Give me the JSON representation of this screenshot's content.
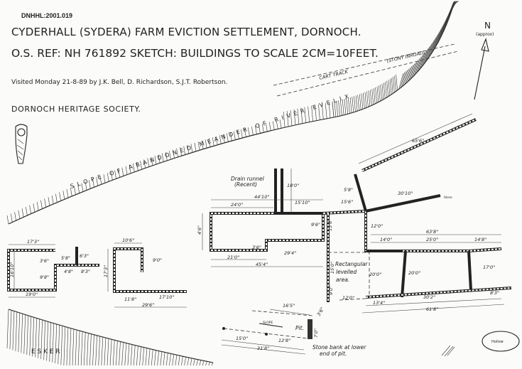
{
  "reference_id": "DNHHL:2001.019",
  "title": "CYDERHALL (SYDERA) FARM EVICTION SETTLEMENT, DORNOCH.",
  "os_ref": "O.S. REF: NH 761892 SKETCH: BUILDINGS TO SCALE 2CM=10FEET.",
  "visited": "Visited Monday 21-8-89 by J.K. Bell, D. Richardson, S.J.T. Robertson.",
  "society": "DORNOCH HERITAGE SOCIETY.",
  "north": {
    "label": "N",
    "note": "(approx)"
  },
  "features": {
    "slope": "SLOPE OF ABANDONED MEANDER OF RIVER EVELIX",
    "cart_track": "CART TRACK",
    "cart_track_note": "(STONY INROAD)",
    "drain": "Drain runnel",
    "drain_note": "(Recent)",
    "rect_area": [
      "Rectangular",
      "levelled",
      "area."
    ],
    "slope_arrow": "SLOPE",
    "pit": "Pit.",
    "stone_bank": [
      "Stone bank at lower",
      "end of pit."
    ],
    "stone": "Stone",
    "hollow": "Hollow",
    "esker": "E S K E R"
  },
  "dimensions": {
    "b1_top": "17'3\"",
    "b1_side": "16'10\"",
    "b1_a": "3'6\"",
    "b1_b": "5'8\"",
    "b1_c": "9'8\"",
    "b1_d": "4'8\"",
    "b1_e": "8'3\"",
    "b1_f": "6'3\"",
    "b1_bottom": "19'0\"",
    "b2_top": "10'6\"",
    "b2_side": "17'3\"",
    "b2_a": "9'0\"",
    "b2_b": "11'8\"",
    "b2_c": "17'10\"",
    "b2_total": "29'6\"",
    "m_side": "4'6\"",
    "m_drain": "18'0\"",
    "m_44": "44'10\"",
    "m_24": "24'0\"",
    "m_15": "15'10\"",
    "m_156": "15'6\"",
    "m_58": "5'8\"",
    "m_30": "30'10\"",
    "m_96": "9'6\"",
    "m_136": "13'6\"",
    "m_36": "3'6\"",
    "m_21": "21'0\"",
    "m_29": "29'4\"",
    "m_45": "45'4\"",
    "m_12": "12'0\"",
    "m_63": "63'8\"",
    "m_14": "14'0\"",
    "m_25": "25'0\"",
    "m_148": "14'8\"",
    "m_150": "15'0\"",
    "m_20a": "20'0\"",
    "m_20b": "20'0\"",
    "m_17": "17'0\"",
    "m_9": "9'0\"",
    "m_12b": "12'0\"",
    "m_302": "30'2\"",
    "m_83": "8'3\"",
    "m_134": "13'4\"",
    "m_618": "61'8\"",
    "m_656": "65'6\"",
    "p_165": "16'5\"",
    "p_36": "3'6\"",
    "p_70": "7'0\"",
    "p_150": "15'0\"",
    "p_128": "12'8\"",
    "p_318": "31'8\""
  }
}
